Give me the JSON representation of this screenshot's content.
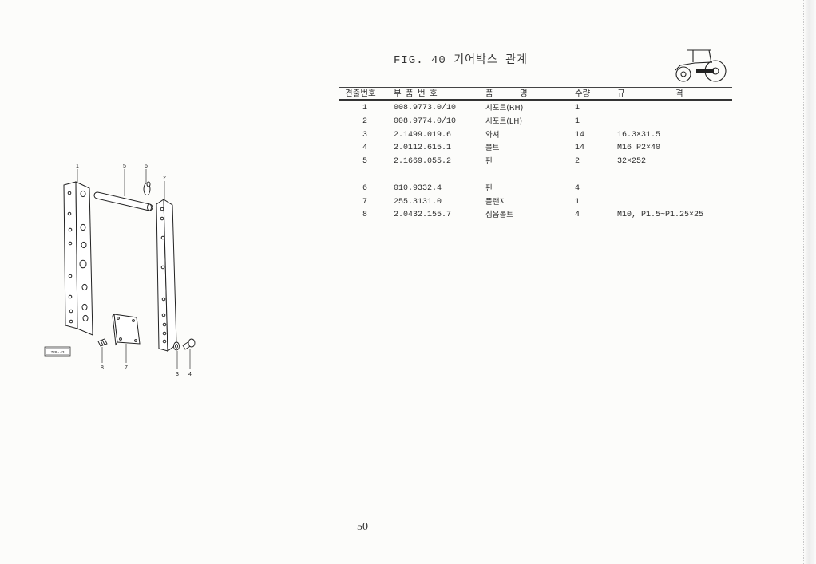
{
  "document": {
    "figure_title": "FIG. 40 기어박스 관계",
    "page_number": "50"
  },
  "icons": {
    "header_icon": "tractor-icon"
  },
  "table": {
    "headers": {
      "ref": "견출번호",
      "part_no": "부 품 번 호",
      "name": "품 명",
      "qty": "수량",
      "spec": "규 격"
    },
    "rows": [
      {
        "ref": "1",
        "part_no": "008.9773.0/10",
        "name": "시포트(RH)",
        "qty": "1"
      },
      {
        "ref": "2",
        "part_no": "008.9774.0/10",
        "name": "시포트(LH)",
        "qty": "1"
      },
      {
        "ref": "3",
        "part_no": "2.1499.019.6",
        "name": "와셔",
        "qty": "14",
        "spec": "16.3×31.5"
      },
      {
        "ref": "4",
        "part_no": "2.0112.615.1",
        "name": "볼트",
        "qty": "14",
        "spec": "M16 P2×40"
      },
      {
        "ref": "5",
        "part_no": "2.1669.055.2",
        "name": "핀",
        "qty": "2",
        "spec": "32×252"
      },
      {
        "ref": "6",
        "part_no": "010.9332.4",
        "name": "핀",
        "qty": "4"
      },
      {
        "ref": "7",
        "part_no": "255.3131.0",
        "name": "플랜지",
        "qty": "1"
      },
      {
        "ref": "8",
        "part_no": "2.0432.155.7",
        "name": "심음볼트",
        "qty": "4",
        "spec": "M10, P1.5~P1.25×25"
      }
    ]
  },
  "diagram": {
    "callouts": {
      "p1": "1",
      "p2": "2",
      "p3": "3",
      "p4": "4",
      "p5": "5",
      "p6": "6",
      "p7": "7",
      "p8": "8"
    },
    "stamp": "728 - 43"
  }
}
